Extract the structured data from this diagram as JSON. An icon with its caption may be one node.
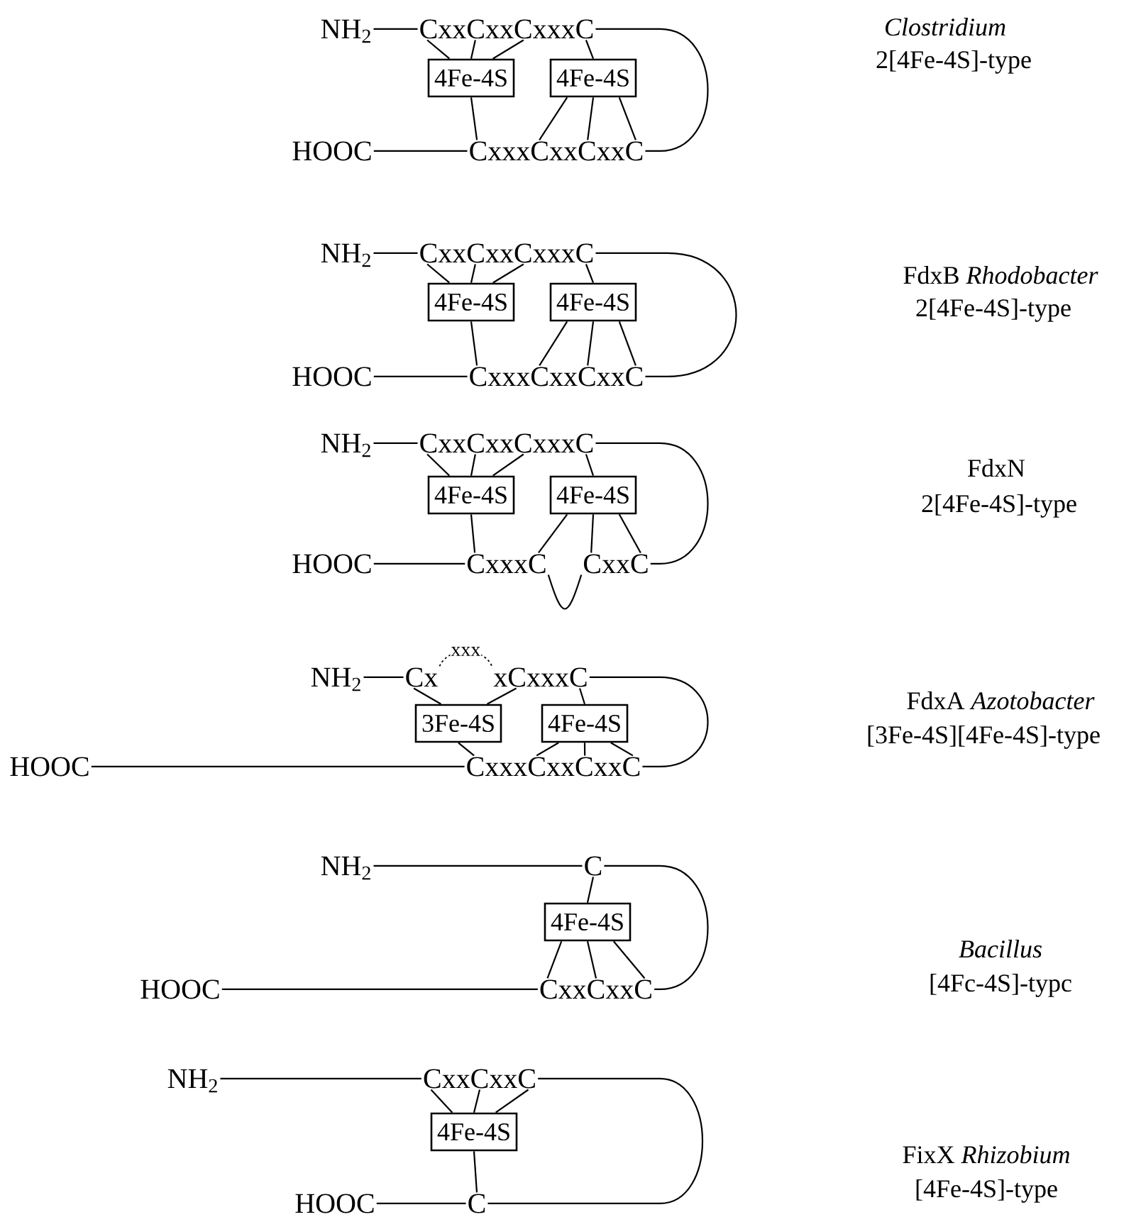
{
  "diagram": {
    "nodes": [
      {
        "text": [
          "NH$_{2}$"
        ]
      },
      {
        "text": [
          "CxxCxxCxxxC"
        ]
      },
      {
        "text": [
          "4Fe-4S"
        ]
      },
      {
        "text": [
          "4Fe-4S"
        ]
      },
      {
        "text": [
          "HOOC"
        ]
      },
      {
        "text": [
          "CxxxCxxCxxC"
        ]
      },
      {
        "text": [
          "NH$_{2}$"
        ]
      },
      {
        "text": [
          "CxxCxxCxxxC"
        ]
      },
      {
        "text": [
          "4Fe-4S"
        ]
      },
      {
        "text": [
          "4Fe-4S"
        ]
      },
      {
        "text": [
          "HOOC"
        ]
      },
      {
        "text": [
          "CxxxCxxCxxC"
        ]
      },
      {
        "text": [
          "NH$_{2}$"
        ]
      },
      {
        "text": [
          "CxxCxxCxxxC"
        ]
      },
      {
        "text": [
          "4Fe-4S"
        ]
      },
      {
        "text": [
          "4Fe-4S"
        ]
      },
      {
        "text": [
          "HOOC"
        ]
      },
      {
        "text": [
          "CxxxC"
        ]
      },
      {
        "text": [
          "CxxC"
        ]
      },
      {
        "text": [
          "NH$_{2}$"
        ]
      },
      {
        "text": [
          "Cx"
        ]
      },
      {
        "text": [
          "xCxxxC"
        ]
      },
      {
        "text": [
          "3Fe-4S"
        ]
      },
      {
        "text": [
          "4Fe-4S"
        ]
      },
      {
        "text": [
          "HOOC"
        ]
      },
      {
        "text": [
          "CxxxCxxCxxC"
        ]
      },
      {
        "text": [
          "NH$_{2}$"
        ]
      },
      {
        "text": [
          "C"
        ]
      },
      {
        "text": [
          "4Fe-4S"
        ]
      },
      {
        "text": [
          "HOOC"
        ]
      },
      {
        "text": [
          "CxxCxxC"
        ]
      },
      {
        "text": [
          "NH$_{2}$"
        ]
      },
      {
        "text": [
          "CxxCxxC"
        ]
      },
      {
        "text": [
          "4Fe-4S"
        ]
      },
      {
        "text": [
          "HOOC"
        ]
      },
      {
        "text": [
          "C"
        ]
      }
    ],
    "edges": [
      {
        "from": 0,
        "to": 1,
        "arrow": "none"
      },
      {
        "from": 4,
        "to": 5,
        "arrow": "none"
      },
      {
        "from": 1,
        "to": 5,
        "arrow": "none"
      },
      {
        "from": 2,
        "to": 1,
        "arrow": "none"
      },
      {
        "from": 2,
        "to": 1,
        "arrow": "none"
      },
      {
        "from": 2,
        "to": 1,
        "arrow": "none"
      },
      {
        "from": 3,
        "to": 1,
        "arrow": "none"
      },
      {
        "from": 2,
        "to": 5,
        "arrow": "none"
      },
      {
        "from": 3,
        "to": 5,
        "arrow": "none"
      },
      {
        "from": 3,
        "to": 5,
        "arrow": "none"
      },
      {
        "from": 3,
        "to": 5,
        "arrow": "none"
      },
      {
        "from": 6,
        "to": 7,
        "arrow": "none"
      },
      {
        "from": 10,
        "to": 11,
        "arrow": "none"
      },
      {
        "from": 7,
        "to": 11,
        "arrow": "none"
      },
      {
        "from": 8,
        "to": 7,
        "arrow": "none"
      },
      {
        "from": 8,
        "to": 7,
        "arrow": "none"
      },
      {
        "from": 8,
        "to": 7,
        "arrow": "none"
      },
      {
        "from": 9,
        "to": 7,
        "arrow": "none"
      },
      {
        "from": 8,
        "to": 11,
        "arrow": "none"
      },
      {
        "from": 9,
        "to": 11,
        "arrow": "none"
      },
      {
        "from": 9,
        "to": 11,
        "arrow": "none"
      },
      {
        "from": 9,
        "to": 11,
        "arrow": "none"
      },
      {
        "from": 12,
        "to": 13,
        "arrow": "none"
      },
      {
        "from": 16,
        "to": 17,
        "arrow": "none"
      },
      {
        "from": 13,
        "to": 18,
        "arrow": "none"
      },
      {
        "from": 17,
        "to": 18,
        "arrow": "none"
      },
      {
        "from": 14,
        "to": 13,
        "arrow": "none"
      },
      {
        "from": 14,
        "to": 13,
        "arrow": "none"
      },
      {
        "from": 14,
        "to": 13,
        "arrow": "none"
      },
      {
        "from": 15,
        "to": 13,
        "arrow": "none"
      },
      {
        "from": 14,
        "to": 17,
        "arrow": "none"
      },
      {
        "from": 15,
        "to": 17,
        "arrow": "none"
      },
      {
        "from": 15,
        "to": 18,
        "arrow": "none"
      },
      {
        "from": 15,
        "to": 18,
        "arrow": "none"
      },
      {
        "from": 19,
        "to": 20,
        "arrow": "none"
      },
      {
        "from": 20,
        "to": 21,
        "arrow": "none",
        "label": "xxx",
        "style": "dashed"
      },
      {
        "from": 24,
        "to": 25,
        "arrow": "none"
      },
      {
        "from": 21,
        "to": 25,
        "arrow": "none"
      },
      {
        "from": 22,
        "to": 20,
        "arrow": "none"
      },
      {
        "from": 22,
        "to": 21,
        "arrow": "none"
      },
      {
        "from": 23,
        "to": 21,
        "arrow": "none"
      },
      {
        "from": 22,
        "to": 25,
        "arrow": "none"
      },
      {
        "from": 23,
        "to": 25,
        "arrow": "none"
      },
      {
        "from": 23,
        "to": 25,
        "arrow": "none"
      },
      {
        "from": 23,
        "to": 25,
        "arrow": "none"
      },
      {
        "from": 26,
        "to": 27,
        "arrow": "none"
      },
      {
        "from": 29,
        "to": 30,
        "arrow": "none"
      },
      {
        "from": 27,
        "to": 30,
        "arrow": "none"
      },
      {
        "from": 28,
        "to": 27,
        "arrow": "none"
      },
      {
        "from": 28,
        "to": 30,
        "arrow": "none"
      },
      {
        "from": 28,
        "to": 30,
        "arrow": "none"
      },
      {
        "from": 28,
        "to": 30,
        "arrow": "none"
      },
      {
        "from": 31,
        "to": 32,
        "arrow": "none"
      },
      {
        "from": 34,
        "to": 35,
        "arrow": "none"
      },
      {
        "from": 32,
        "to": 35,
        "arrow": "none"
      },
      {
        "from": 33,
        "to": 32,
        "arrow": "none"
      },
      {
        "from": 33,
        "to": 32,
        "arrow": "none"
      },
      {
        "from": 33,
        "to": 32,
        "arrow": "none"
      },
      {
        "from": 33,
        "to": 35,
        "arrow": "none"
      }
    ],
    "labels": [
      "Clostridium",
      "2[4Fe-4S]-type",
      "FdxB *Rhodobacter*",
      "2[4Fe-4S]-type",
      "FdxN",
      "2[4Fe-4S]-type",
      "FdxA *Azotobacter*",
      "[3Fe-4S][4Fe-4S]-type",
      "Bacillus",
      "[4Fc-4S]-typc",
      "FixX *Rhizobium*",
      "[4Fe-4S]-type"
    ]
  }
}
